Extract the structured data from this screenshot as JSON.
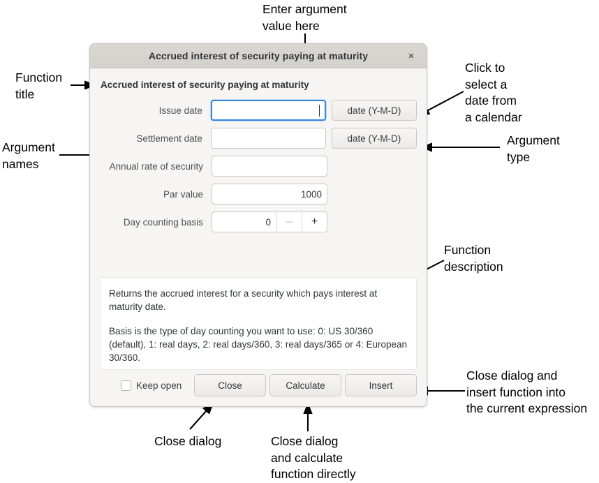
{
  "dialog": {
    "titlebar": {
      "title": "Accrued interest of security paying at maturity",
      "close_icon": "×"
    },
    "function_title": "Accrued interest of security paying at maturity",
    "fields": [
      {
        "label": "Issue date",
        "value": "",
        "type_label": "date (Y-M-D)",
        "kind": "text",
        "focused": true
      },
      {
        "label": "Settlement date",
        "value": "",
        "type_label": "date (Y-M-D)",
        "kind": "text",
        "focused": false
      },
      {
        "label": "Annual rate of security",
        "value": "",
        "type_label": "",
        "kind": "text",
        "focused": false
      },
      {
        "label": "Par value",
        "value": "1000",
        "type_label": "",
        "kind": "text",
        "focused": false
      },
      {
        "label": "Day counting basis",
        "value": "0",
        "type_label": "",
        "kind": "spinner",
        "focused": false,
        "decrement_label": "–",
        "increment_label": "+"
      }
    ],
    "description": {
      "paragraph1": "Returns the accrued interest for a security which pays interest at maturity date.",
      "paragraph2": "Basis is the type of day counting you want to use: 0: US 30/360 (default), 1: real days, 2: real days/360, 3: real days/365 or 4: European 30/360."
    },
    "footer": {
      "keep_open_label": "Keep open",
      "keep_open_checked": false,
      "close_label": "Close",
      "calculate_label": "Calculate",
      "insert_label": "Insert"
    }
  },
  "annotations": [
    {
      "id": "enter-argument-value",
      "text": "Enter argument\nvalue here"
    },
    {
      "id": "function-title",
      "text": "Function\ntitle"
    },
    {
      "id": "argument-names",
      "text": "Argument\nnames"
    },
    {
      "id": "click-to-select-a-date",
      "text": "Click to\nselect a\ndate from\na calendar"
    },
    {
      "id": "argument-type",
      "text": "Argument\ntype"
    },
    {
      "id": "function-description",
      "text": "Function\ndescription"
    },
    {
      "id": "close-and-insert",
      "text": "Close dialog and\ninsert function into\nthe current expression"
    },
    {
      "id": "close-dialog",
      "text": "Close dialog"
    },
    {
      "id": "close-and-calculate",
      "text": "Close dialog\nand calculate\nfunction directly"
    }
  ],
  "colors": {
    "dialog_body": "#f6f5f4",
    "titlebar": "#d6d2ce",
    "focus_ring": "#3584e4",
    "field_bg": "#ffffff",
    "text": "#2e3436",
    "annotation_text": "#000000"
  }
}
